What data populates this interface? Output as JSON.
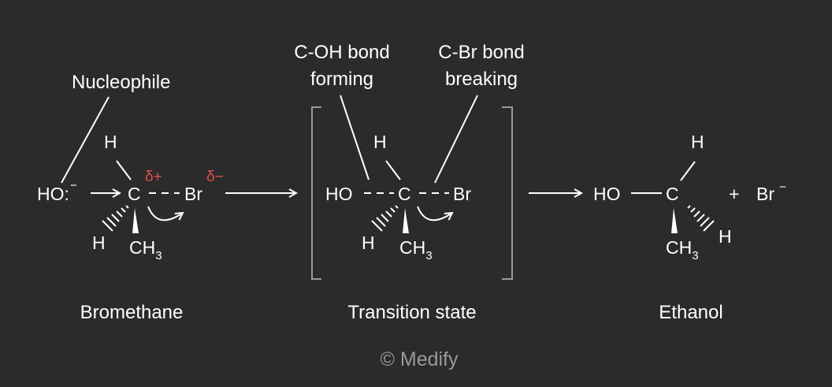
{
  "colors": {
    "background": "#2b2b2c",
    "foreground": "#ffffff",
    "partial_charge": "#e0504a",
    "bracket": "#9a9a9a"
  },
  "labels": {
    "nucleophile": "Nucleophile",
    "coh_line1": "C-OH bond",
    "coh_line2": "forming",
    "cbr_line1": "C-Br bond",
    "cbr_line2": "breaking",
    "bromethane": "Bromethane",
    "transition": "Transition state",
    "ethanol": "Ethanol",
    "copyright": "© Medify"
  },
  "reactant": {
    "nucleophile": "HO:",
    "nucleophile_charge": "−",
    "carbon": "C",
    "carbon_charge": "δ+",
    "bromine": "Br",
    "bromine_charge": "δ−",
    "h_top": "H",
    "h_left": "H",
    "methyl": "CH",
    "methyl_sub": "3"
  },
  "transition": {
    "hydroxyl": "HO",
    "carbon": "C",
    "bromine": "Br",
    "h_top": "H",
    "h_left": "H",
    "methyl": "CH",
    "methyl_sub": "3"
  },
  "product": {
    "hydroxyl": "HO",
    "carbon": "C",
    "h_top": "H",
    "h_right": "H",
    "methyl": "CH",
    "methyl_sub": "3",
    "plus": "+",
    "bromide": "Br",
    "bromide_charge": "−"
  },
  "icons": [
    "reaction-arrow-icon",
    "curved-arrow-icon",
    "wedge-bond-icon",
    "hashed-bond-icon",
    "bracket-icon"
  ]
}
